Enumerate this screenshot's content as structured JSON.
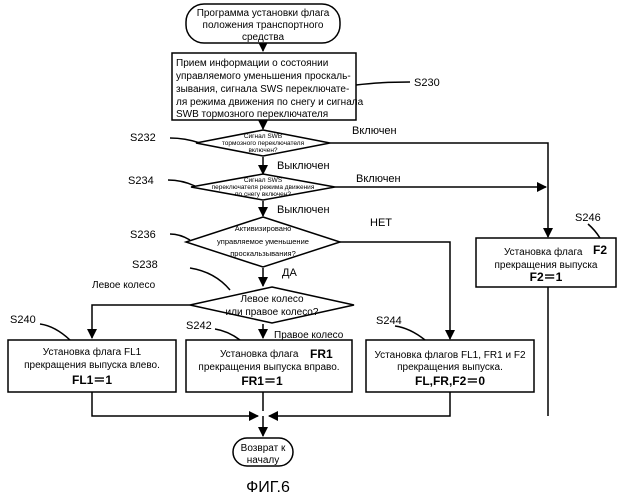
{
  "start": {
    "lines": [
      "Программа установки флага",
      "положения транспортного",
      "средства"
    ]
  },
  "s230": {
    "label": "S230",
    "lines": [
      "Прием информации о состоянии",
      "управляемого уменьшения проскаль-",
      "зывания, сигнала SWS переключате-",
      "ля режима движения по снегу и сигнала",
      "SWB тормозного переключателя"
    ]
  },
  "s232": {
    "label": "S232",
    "lines": [
      "Сигнал SWB",
      "тормозного переключателя",
      "включен?"
    ],
    "yes": "Включен",
    "no": "Выключен"
  },
  "s234": {
    "label": "S234",
    "lines": [
      "Сигнал SWS",
      "переключателя режима движения",
      "по снегу включен?"
    ],
    "yes": "Включен",
    "no": "Выключен"
  },
  "s236": {
    "label": "S236",
    "lines": [
      "Активизировано",
      "управляемое уменьшение",
      "проскальзывания?"
    ],
    "no": "НЕТ",
    "yes": "ДА"
  },
  "s238": {
    "label": "S238",
    "lines": [
      "Левое колесо",
      "или правое колесо?"
    ],
    "left": "Левое колесо",
    "right": "Правое колесо"
  },
  "s240": {
    "label": "S240",
    "lines": [
      "Установка флага FL1",
      "прекращения выпуска влево."
    ],
    "value": "FL1＝1"
  },
  "s242": {
    "label": "S242",
    "lines": [
      "Установка флага",
      "прекращения выпуска вправо."
    ],
    "flag": "FR1",
    "value": "FR1＝1"
  },
  "s244": {
    "label": "S244",
    "lines": [
      "Установка флагов FL1, FR1 и F2",
      "прекращения выпуска."
    ],
    "value": "FL,FR,F2＝0"
  },
  "s246": {
    "label": "S246",
    "lines": [
      "Установка флага",
      "прекращения выпуска"
    ],
    "flag": "F2",
    "value": "F2＝1"
  },
  "end": {
    "lines": [
      "Возврат к",
      "началу"
    ]
  },
  "caption": "ФИГ.6"
}
